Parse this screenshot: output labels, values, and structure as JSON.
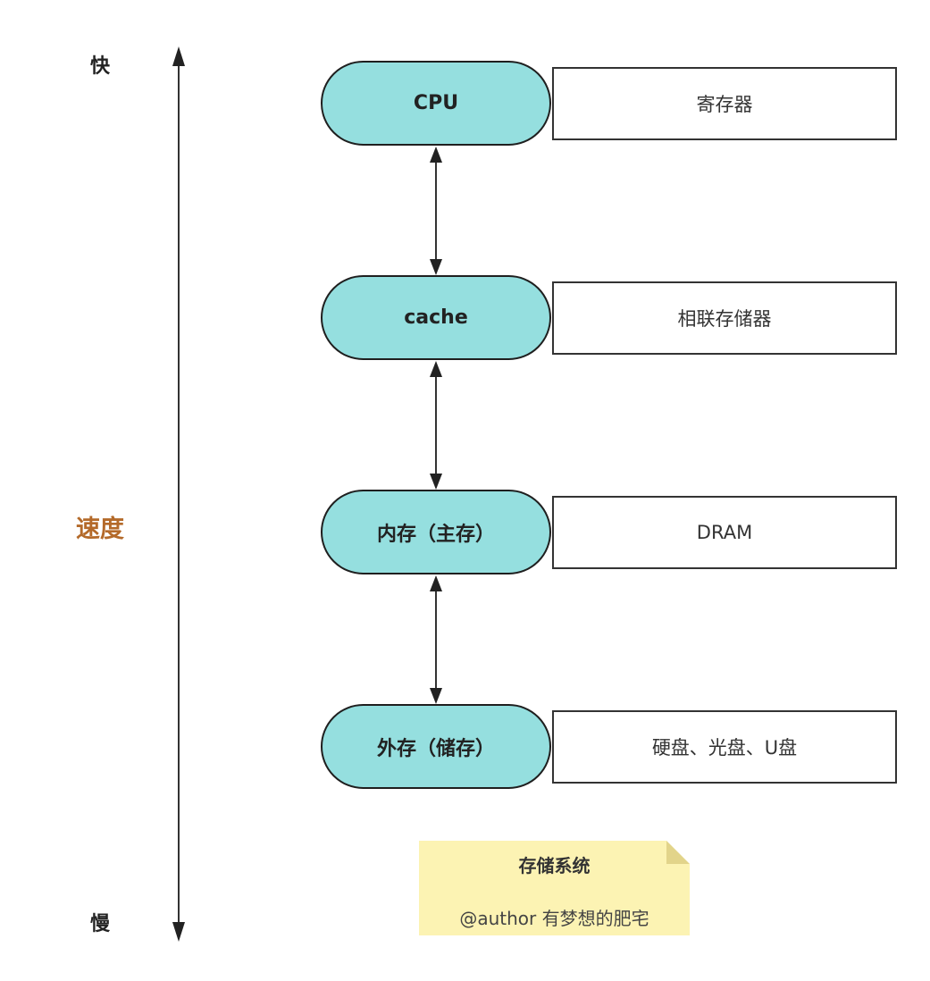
{
  "speed_axis": {
    "fast_label": "快",
    "slow_label": "慢",
    "title": "速度"
  },
  "levels": [
    {
      "name": "CPU",
      "description": "寄存器"
    },
    {
      "name": "cache",
      "description": "相联存储器"
    },
    {
      "name": "内存（主存）",
      "description": "DRAM"
    },
    {
      "name": "外存（储存）",
      "description": "硬盘、光盘、U盘"
    }
  ],
  "note": {
    "title": "存储系统",
    "author": "@author 有梦想的肥宅"
  },
  "colors": {
    "pill_fill": "#95DFDF",
    "speed_title": "#B46A2A",
    "note_fill": "#FCF3B3"
  }
}
